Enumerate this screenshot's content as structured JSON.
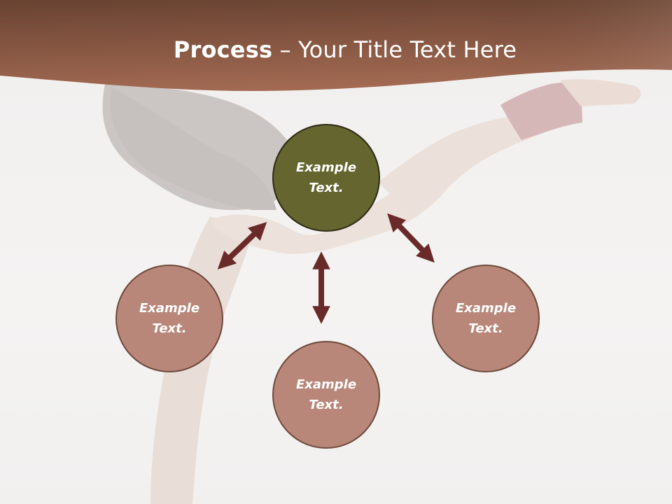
{
  "slide": {
    "title_bold": "Process",
    "title_rest": " – Your Title Text Here"
  },
  "nodes": {
    "center": "Example Text.",
    "left": "Example Text.",
    "bottom": "Example Text.",
    "right": "Example Text."
  },
  "colors": {
    "header_brown": "#9a5c44",
    "center_fill": "#656530",
    "node_fill": "#b8877a",
    "arrow": "#6a2a2a"
  }
}
